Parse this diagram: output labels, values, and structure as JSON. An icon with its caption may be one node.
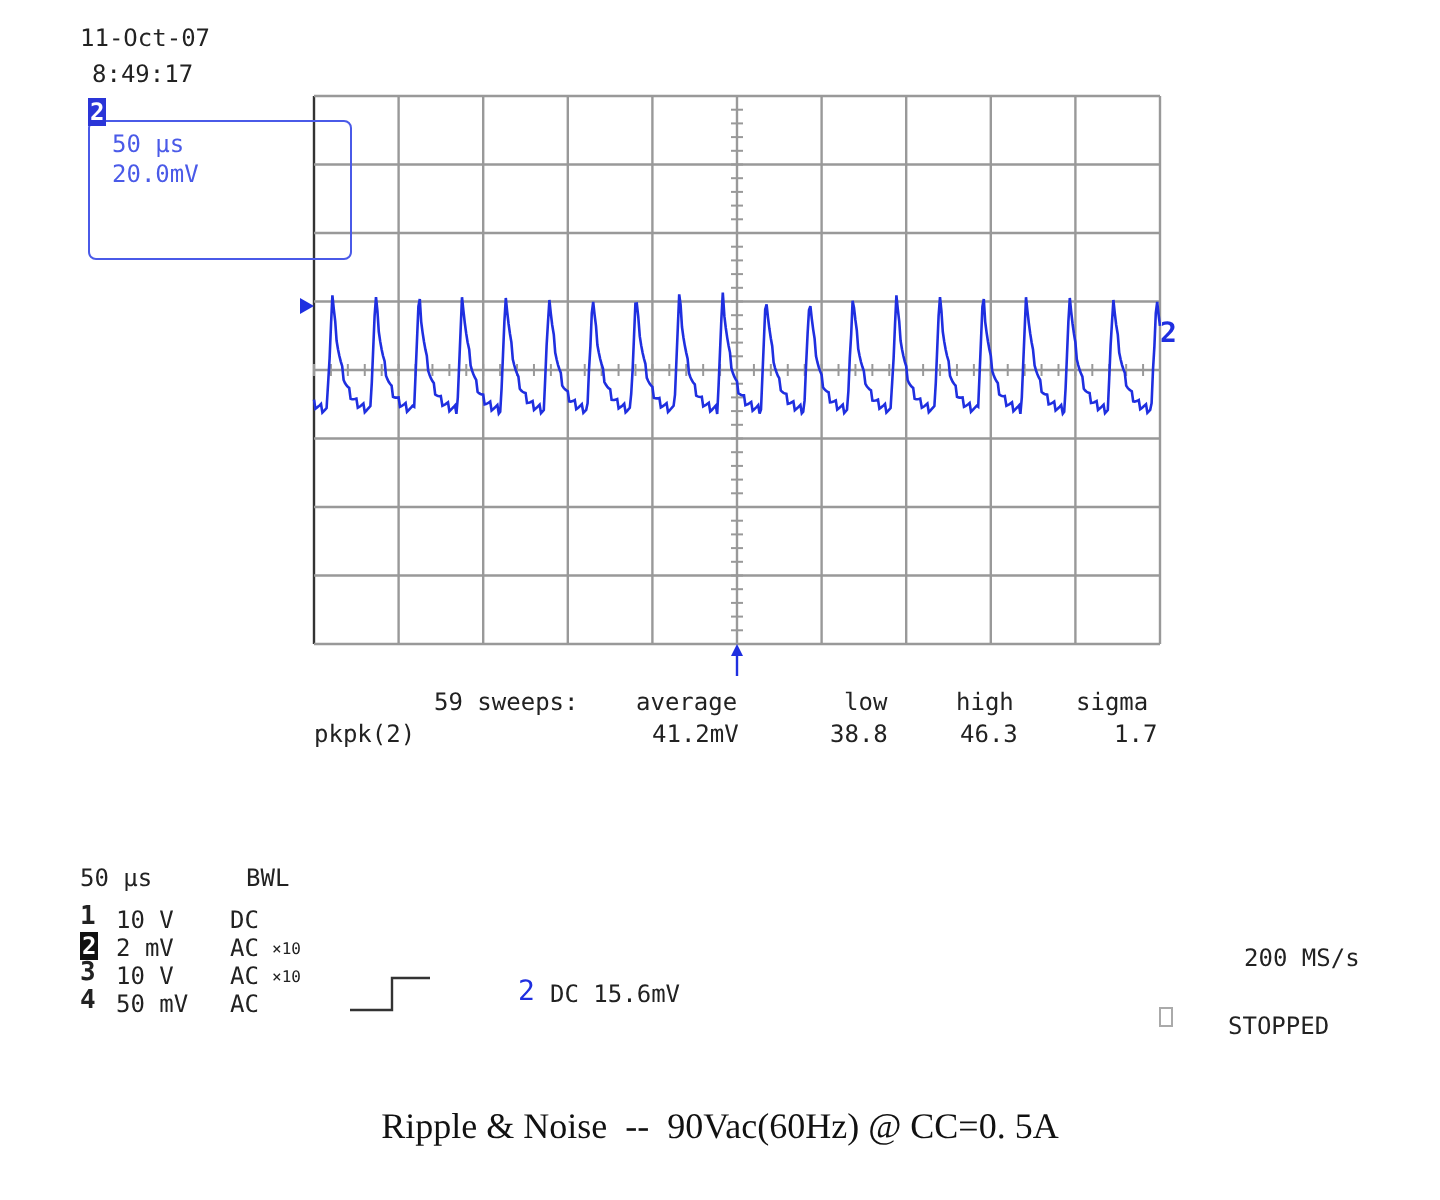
{
  "diagram": {
    "caption": "Ripple & Noise  --  90Vac(60Hz) @ CC=0. 5A",
    "nodes": [
      {
        "text": [
          "2",
          "50 µs",
          "20.0mV"
        ]
      }
    ],
    "labels": [
      "11-Oct-07",
      "8:49:17",
      "2",
      "59 sweeps:",
      "average",
      "low",
      "high",
      "sigma",
      "pkpk(2)",
      "41.2mV",
      "38.8",
      "46.3",
      "1.7",
      "50 µs",
      "BWL",
      "1",
      "10  V",
      "DC",
      "2",
      "2 mV",
      "AC",
      "×10",
      "3",
      "10  V",
      "AC",
      "×10",
      "4",
      "50 mV",
      "AC",
      "2",
      "DC 15.6mV",
      "200 MS/s",
      "STOPPED"
    ]
  }
}
